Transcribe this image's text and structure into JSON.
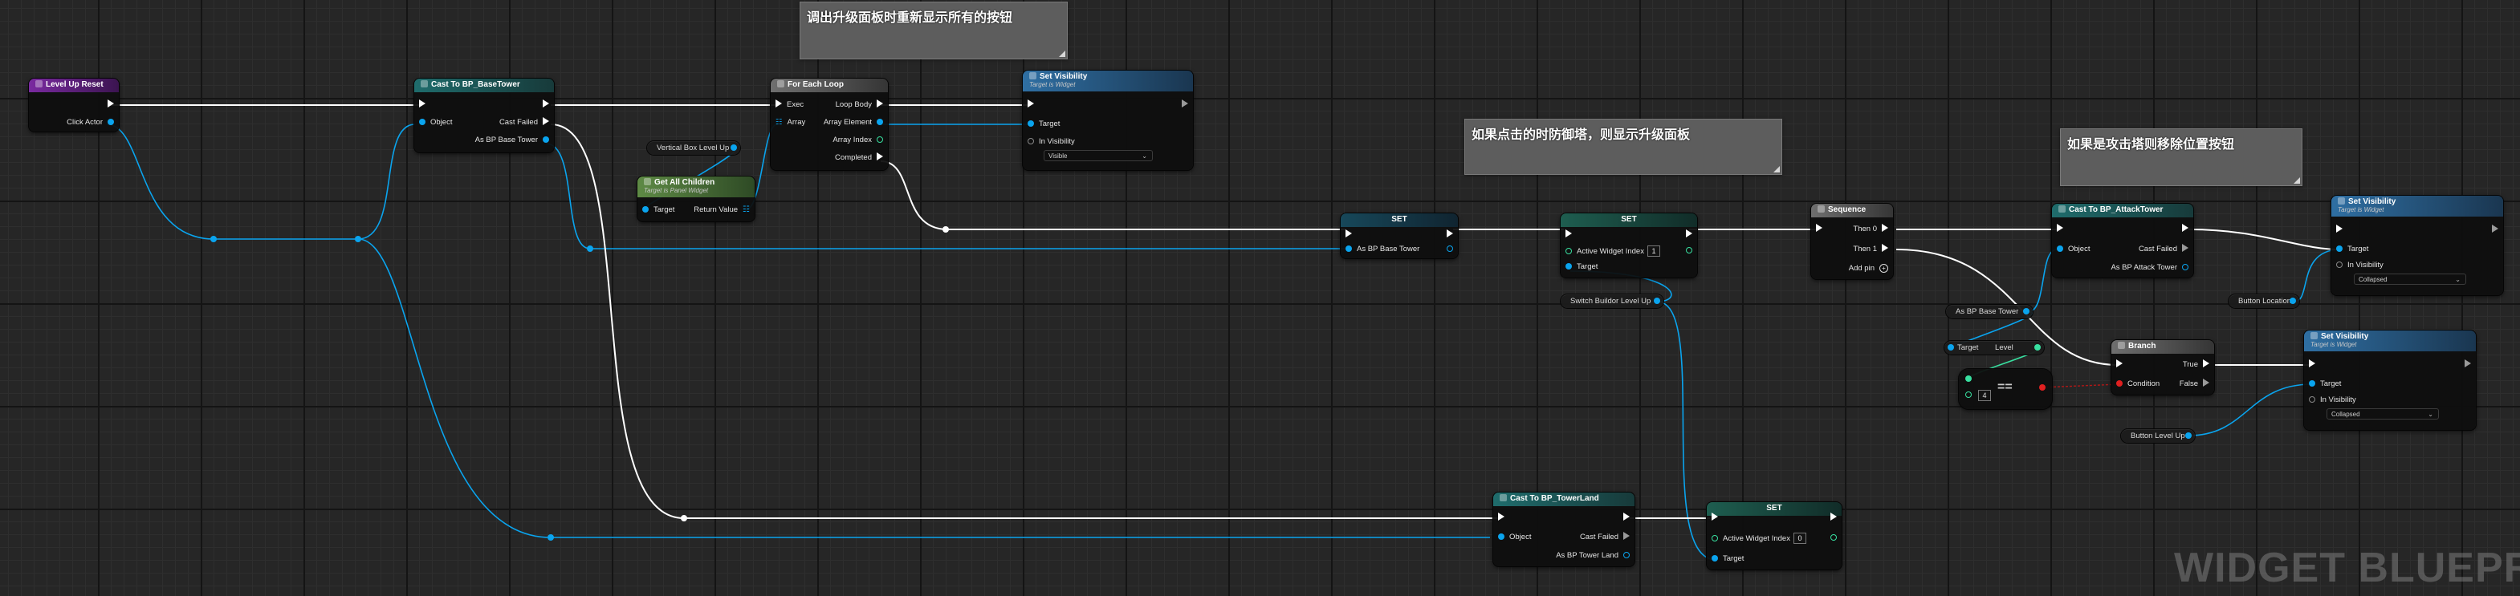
{
  "colors": {
    "exec": "#ffffff",
    "object": "#0aa4ee",
    "integer": "#38e0a0",
    "boolean": "#e02020"
  },
  "watermark": "WIDGET BLUEPR",
  "comments": [
    {
      "text": "调出升级面板时重新显示所有的按钮"
    },
    {
      "text": "如果点击的时防御塔，则显示升级面板"
    },
    {
      "text": "如果是攻击塔则移除位置按钮"
    }
  ],
  "nodes": {
    "level_up_reset": {
      "title": "Level Up Reset",
      "click_actor": "Click Actor"
    },
    "cast_base_tower": {
      "title": "Cast To BP_BaseTower",
      "object": "Object",
      "cast_failed": "Cast Failed",
      "as": "As BP Base Tower"
    },
    "vertical_box": {
      "label": "Vertical Box Level Up"
    },
    "get_all_children": {
      "title": "Get All Children",
      "subtitle": "Target is Panel Widget",
      "target": "Target",
      "return_value": "Return Value"
    },
    "for_each_loop": {
      "title": "For Each Loop",
      "exec": "Exec",
      "array": "Array",
      "loop_body": "Loop Body",
      "array_element": "Array Element",
      "array_index": "Array Index",
      "completed": "Completed"
    },
    "set_visibility_1": {
      "title": "Set Visibility",
      "subtitle": "Target is Widget",
      "target": "Target",
      "in_visibility": "In Visibility",
      "value": "Visible"
    },
    "set_base_tower": {
      "title": "SET",
      "pin": "As BP Base Tower"
    },
    "set_widget_index_1": {
      "title": "SET",
      "pin": "Active Widget Index",
      "value": "1",
      "target": "Target"
    },
    "switch_builder": {
      "label": "Switch Buildor Level Up"
    },
    "sequence": {
      "title": "Sequence",
      "then0": "Then 0",
      "then1": "Then 1",
      "add_pin": "Add pin"
    },
    "cast_attack_tower": {
      "title": "Cast To BP_AttackTower",
      "object": "Object",
      "cast_failed": "Cast Failed",
      "as": "As BP Attack Tower"
    },
    "as_base_tower_var": {
      "label": "As BP Base Tower"
    },
    "level_getter": {
      "target": "Target",
      "level": "Level"
    },
    "equal": {
      "op": "==",
      "value": "4"
    },
    "branch": {
      "title": "Branch",
      "condition": "Condition",
      "true_label": "True",
      "false_label": "False"
    },
    "set_visibility_2": {
      "title": "Set Visibility",
      "subtitle": "Target is Widget",
      "target": "Target",
      "in_visibility": "In Visibility",
      "value": "Collapsed"
    },
    "button_location": {
      "label": "Button Location"
    },
    "set_visibility_3": {
      "title": "Set Visibility",
      "subtitle": "Target is Widget",
      "target": "Target",
      "in_visibility": "In Visibility",
      "value": "Collapsed"
    },
    "button_level_up": {
      "label": "Button Level Up"
    },
    "cast_tower_land": {
      "title": "Cast To BP_TowerLand",
      "object": "Object",
      "cast_failed": "Cast Failed",
      "as": "As BP Tower Land"
    },
    "set_widget_index_0": {
      "title": "SET",
      "pin": "Active Widget Index",
      "value": "0",
      "target": "Target"
    }
  }
}
